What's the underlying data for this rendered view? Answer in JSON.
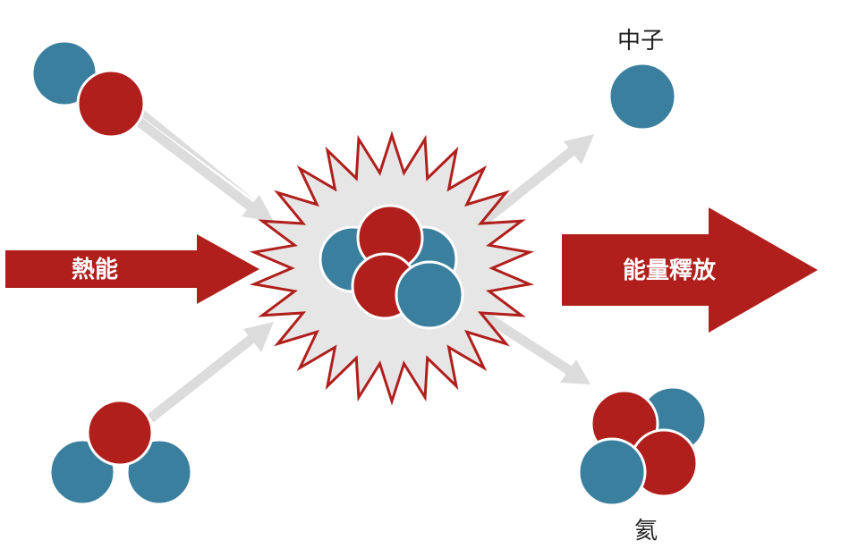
{
  "labels": {
    "heat_energy": "熱能",
    "energy_release": "能量釋放",
    "neutron": "中子",
    "helium": "氦"
  },
  "colors": {
    "proton": "#b01f1c",
    "neutron": "#3b7f9e",
    "arrow_red": "#b01f1c",
    "arrow_grey": "#dcdcdc",
    "burst_fill": "#e6e6e6",
    "burst_outline": "#b01f1c"
  }
}
